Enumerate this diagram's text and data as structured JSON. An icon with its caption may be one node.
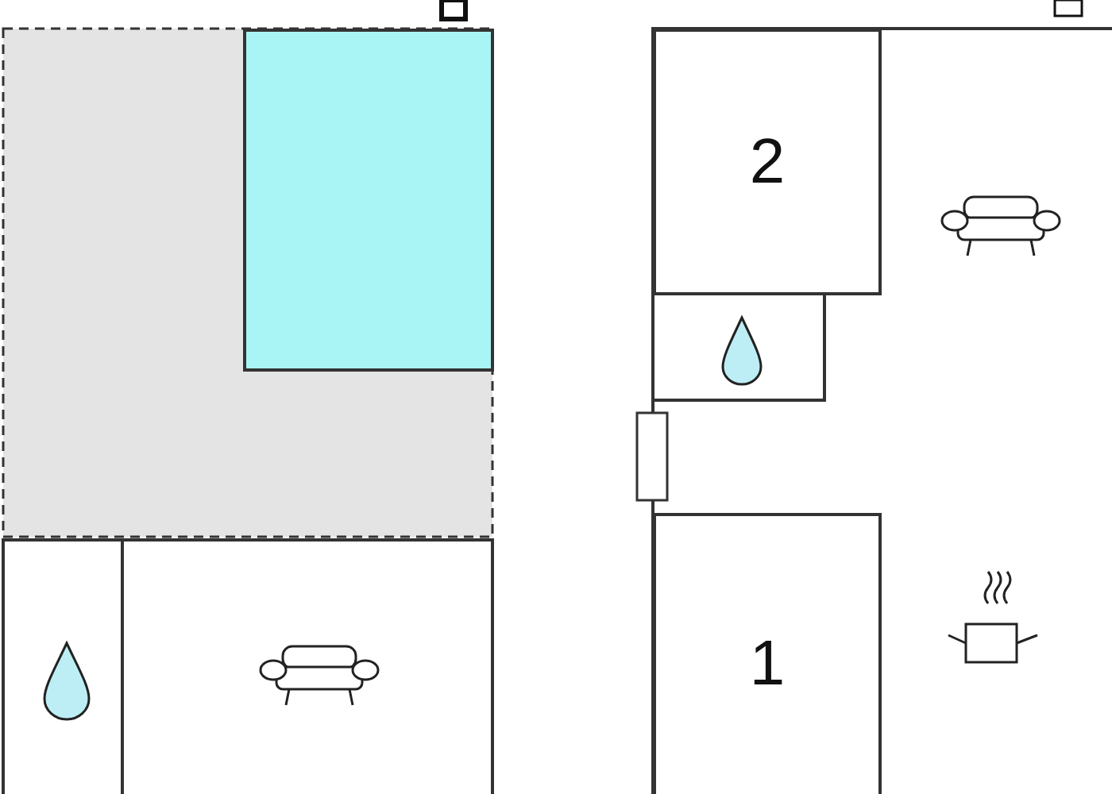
{
  "diagram": {
    "nodes": [
      {
        "text": [],
        "shape": "box"
      },
      {
        "text": [
          "2"
        ]
      },
      {
        "text": [
          "1"
        ]
      }
    ]
  }
}
